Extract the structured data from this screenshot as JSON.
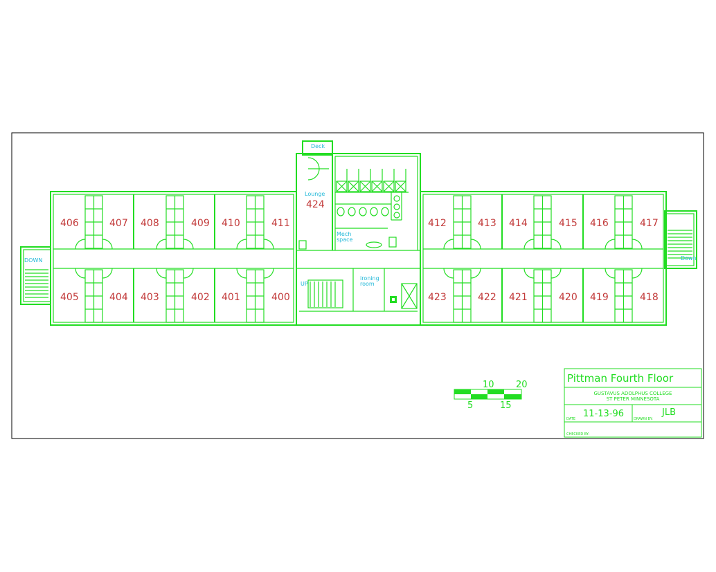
{
  "plan": {
    "rooms_top_left": [
      "406",
      "407",
      "408",
      "409",
      "410",
      "411"
    ],
    "rooms_bottom_left": [
      "405",
      "404",
      "403",
      "402",
      "401",
      "400"
    ],
    "rooms_top_right": [
      "412",
      "413",
      "414",
      "415",
      "416",
      "417"
    ],
    "rooms_bottom_right": [
      "423",
      "422",
      "421",
      "420",
      "419",
      "418"
    ],
    "lounge_label": "Lounge",
    "lounge_number": "424",
    "deck_label": "Deck",
    "mech_label_1": "Mech",
    "mech_label_2": "space",
    "ironing_label_1": "ironing",
    "ironing_label_2": "room",
    "stair_left_label": "DOWN",
    "stair_center_label": "UP",
    "stair_right_label": "Down"
  },
  "scale_bar": {
    "labels_top": [
      "10",
      "20"
    ],
    "labels_bottom": [
      "5",
      "15"
    ]
  },
  "title_block": {
    "title": "Pittman Fourth Floor",
    "institution": "GUSTAVUS ADOLPHUS COLLEGE",
    "location": "ST PETER MINNESOTA",
    "date_label": "DATE",
    "date": "11-13-96",
    "drawn_by_label": "DRAWN BY:",
    "drawn_by": "JLB",
    "checked_by_label": "CHECKED BY:"
  },
  "colors": {
    "lines": "#22dd22",
    "room_numbers": "#c23a3a",
    "annotations": "#22b8d8"
  }
}
